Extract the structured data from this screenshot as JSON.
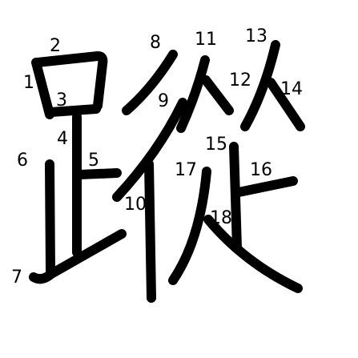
{
  "glyph": {
    "ink_color": "#000000",
    "background_color": "#ffffff",
    "stroke_count": 18
  },
  "stroke_labels": [
    "1",
    "2",
    "3",
    "4",
    "5",
    "6",
    "7",
    "8",
    "9",
    "10",
    "11",
    "12",
    "13",
    "14",
    "15",
    "16",
    "17",
    "18"
  ]
}
